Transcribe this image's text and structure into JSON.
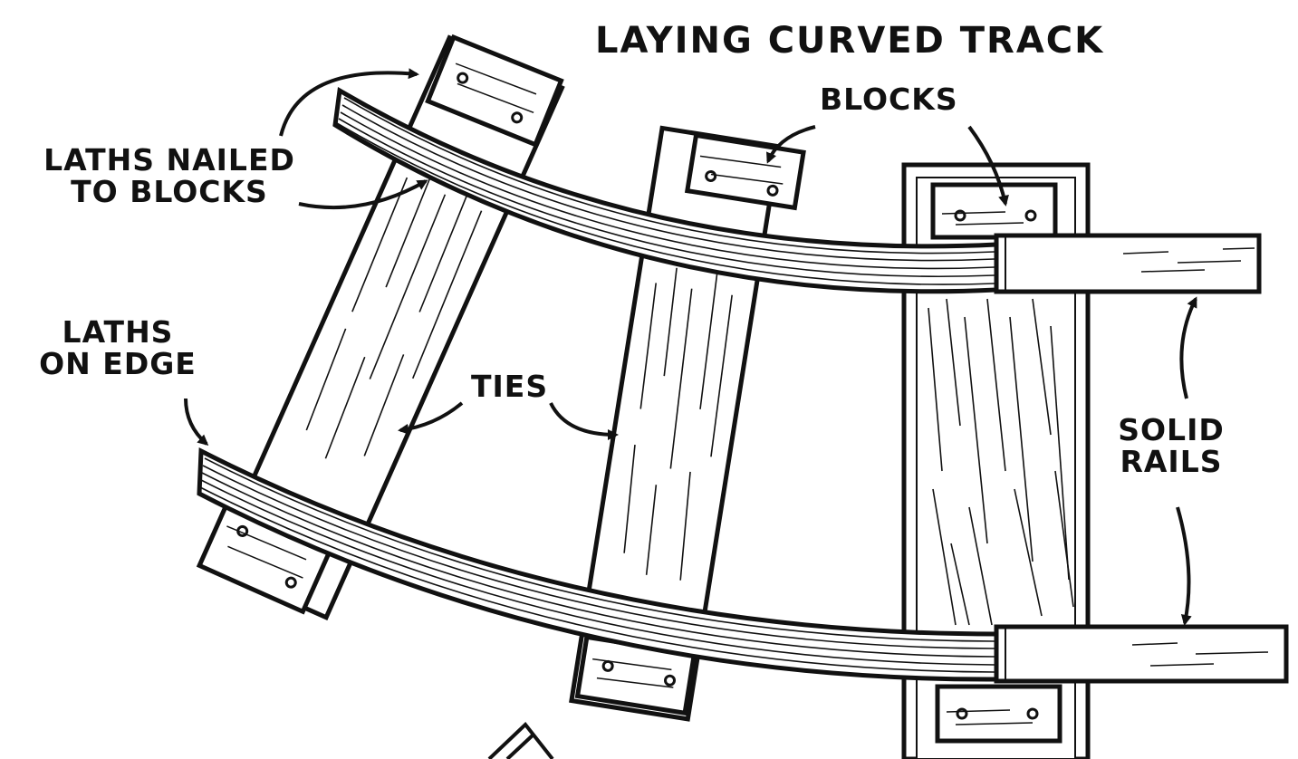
{
  "title": "LAYING CURVED TRACK",
  "labels": {
    "blocks": "BLOCKS",
    "laths_nailed_line1": "LATHS NAILED",
    "laths_nailed_line2": "TO BLOCKS",
    "laths_edge_line1": "LATHS",
    "laths_edge_line2": "ON EDGE",
    "ties": "TIES",
    "solid_line1": "SOLID",
    "solid_line2": "RAILS"
  },
  "colors": {
    "ink": "#111111",
    "paper": "#ffffff"
  }
}
